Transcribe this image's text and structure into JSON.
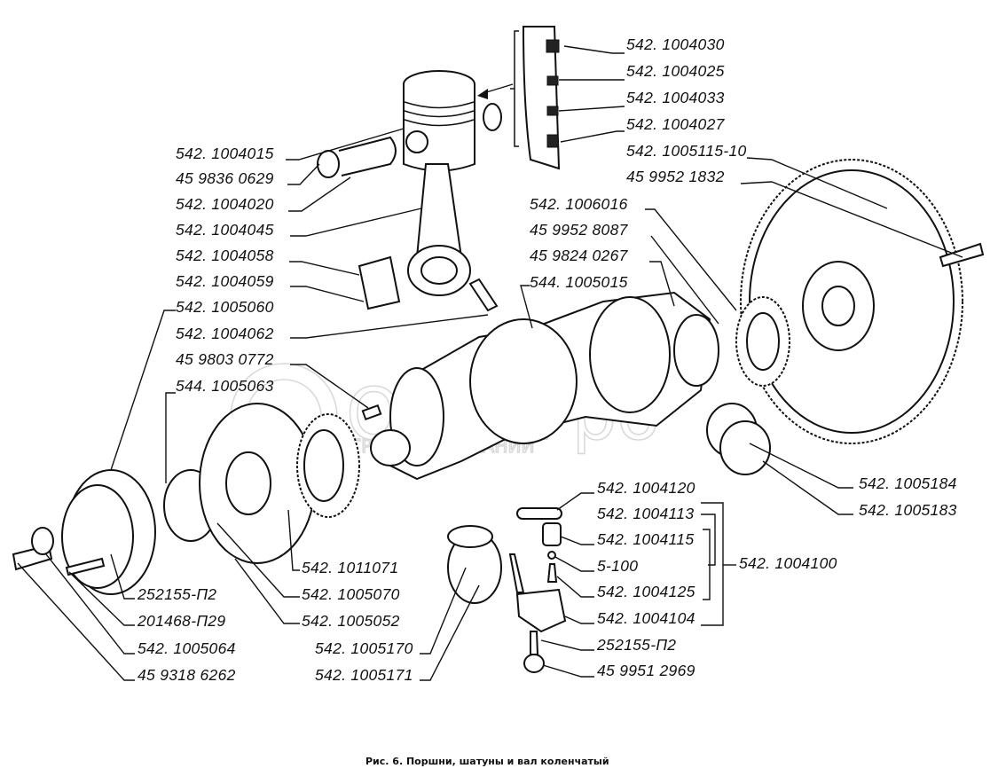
{
  "caption": "Рис. 6. Поршни, шатуны и вал коленчатый",
  "watermark": {
    "name": "Облагро",
    "subtitle": "ГРУППА КОМПАНИЙ"
  },
  "labels": {
    "piston_rings": [
      "542. 1004030",
      "542. 1004025",
      "542. 1004033",
      "542. 1004027"
    ],
    "flywheel": [
      "542. 1005115-10",
      "45 9952 1832"
    ],
    "crank_mid": [
      "542. 1006016",
      "45 9952 8087",
      "45 9824 0267",
      "544. 1005015"
    ],
    "left": [
      "542. 1004015",
      "45 9836 0629",
      "542. 1004020",
      "542. 1004045",
      "542. 1004058",
      "542. 1004059",
      "542. 1005060",
      "542. 1004062",
      "45 9803 0772",
      "544. 1005063"
    ],
    "bearings_right": [
      "542. 1005184",
      "542. 1005183"
    ],
    "oil_nozzle": [
      "542. 1004120",
      "542. 1004113",
      "542. 1004115",
      "5-100",
      "542. 1004125",
      "542. 1004104",
      "252155-П2",
      "45 9951 2969"
    ],
    "oil_nozzle_assembly": "542. 1004100",
    "pulley_group": [
      "542. 1011071",
      "542. 1005070",
      "542. 1005052"
    ],
    "main_bearings": [
      "542. 1005170",
      "542. 1005171"
    ],
    "bottom_left": [
      "252155-П2",
      "201468-П29",
      "542. 1005064",
      "45 9318 6262"
    ]
  }
}
